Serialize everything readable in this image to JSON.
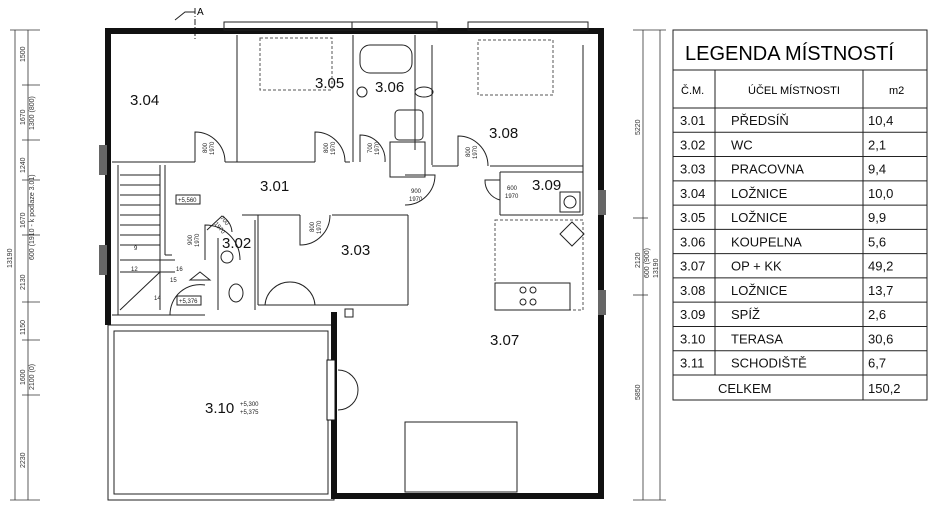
{
  "section_marker": "A",
  "rooms": {
    "r301": "3.01",
    "r302": "3.02",
    "r303": "3.03",
    "r304": "3.04",
    "r305": "3.05",
    "r306": "3.06",
    "r307": "3.07",
    "r308": "3.08",
    "r309": "3.09",
    "r310": "3.10"
  },
  "levels": {
    "hall": "+5,560",
    "stair": "+5,376",
    "terrace_a": "+5,300",
    "terrace_b": "+5,375"
  },
  "doors": {
    "d304": [
      "800",
      "1970"
    ],
    "d305": [
      "800",
      "1970"
    ],
    "d306": [
      "700",
      "1970"
    ],
    "d308": [
      "800",
      "1970"
    ],
    "d_entry": [
      "900",
      "1970"
    ],
    "d309": [
      "600",
      "1970"
    ],
    "d302": [
      "700",
      "1970"
    ],
    "d_stair": [
      "900",
      "1970"
    ],
    "d303": [
      "800",
      "1970"
    ]
  },
  "stairs": [
    "9",
    "12",
    "15",
    "16",
    "14"
  ],
  "dims_left": {
    "total": "13190",
    "segments": [
      "1500",
      "1670",
      "1300 (800)",
      "1240",
      "1670",
      "600 (1910 - k podlaze 3.01)",
      "2130",
      "1150",
      "1600",
      "2100 (0)",
      "2230"
    ]
  },
  "dims_right": {
    "total": "13190",
    "segments": [
      "5220",
      "2120",
      "600 (900)",
      "5850"
    ]
  },
  "legend": {
    "title": "LEGENDA MÍSTNOSTÍ",
    "headers": [
      "Č.M.",
      "ÚČEL MÍSTNOSTI",
      "m2"
    ],
    "rows": [
      [
        "3.01",
        "PŘEDSÍŇ",
        "10,4"
      ],
      [
        "3.02",
        "WC",
        "2,1"
      ],
      [
        "3.03",
        "PRACOVNA",
        "9,4"
      ],
      [
        "3.04",
        "LOŽNICE",
        "10,0"
      ],
      [
        "3.05",
        "LOŽNICE",
        "9,9"
      ],
      [
        "3.06",
        "KOUPELNA",
        "5,6"
      ],
      [
        "3.07",
        "OP + KK",
        "49,2"
      ],
      [
        "3.08",
        "LOŽNICE",
        "13,7"
      ],
      [
        "3.09",
        "SPÍŽ",
        "2,6"
      ],
      [
        "3.10",
        "TERASA",
        "30,6"
      ],
      [
        "3.11",
        "SCHODIŠTĚ",
        "6,7"
      ]
    ],
    "total_label": "CELKEM",
    "total_value": "150,2"
  }
}
